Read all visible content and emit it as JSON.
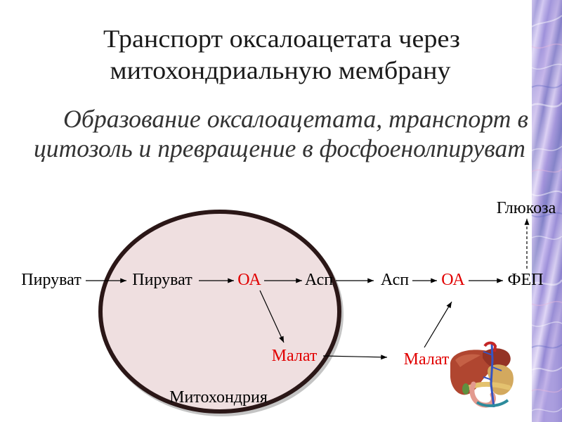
{
  "slide": {
    "title": [
      "Транспорт оксалоацетата через",
      "митохондриальную мембрану"
    ],
    "subtitle": [
      "Образование оксалоацетата, транспорт в",
      "цитозоль и превращение в фосфоенолпируват"
    ]
  },
  "diagram": {
    "compartment_label": "Митохондрия",
    "nodes": {
      "pyruvate_cytosol": "Пируват",
      "pyruvate_mitochondrion": "Пируват",
      "oxaloacetate_mitochondrion": "ОА",
      "aspartate_mitochondrion": "Асп",
      "aspartate_cytosol": "Асп",
      "oxaloacetate_cytosol": "ОА",
      "pep_cytosol": "ФЕП",
      "glucose": "Глюкоза",
      "malate_mitochondrion": "Малат",
      "malate_cytosol": "Малат"
    }
  },
  "colors": {
    "label_text": "#000000",
    "highlight_text": "#e10000",
    "mitochondrion_fill": "#efdfe0",
    "mitochondrion_border": "#2b1717"
  }
}
